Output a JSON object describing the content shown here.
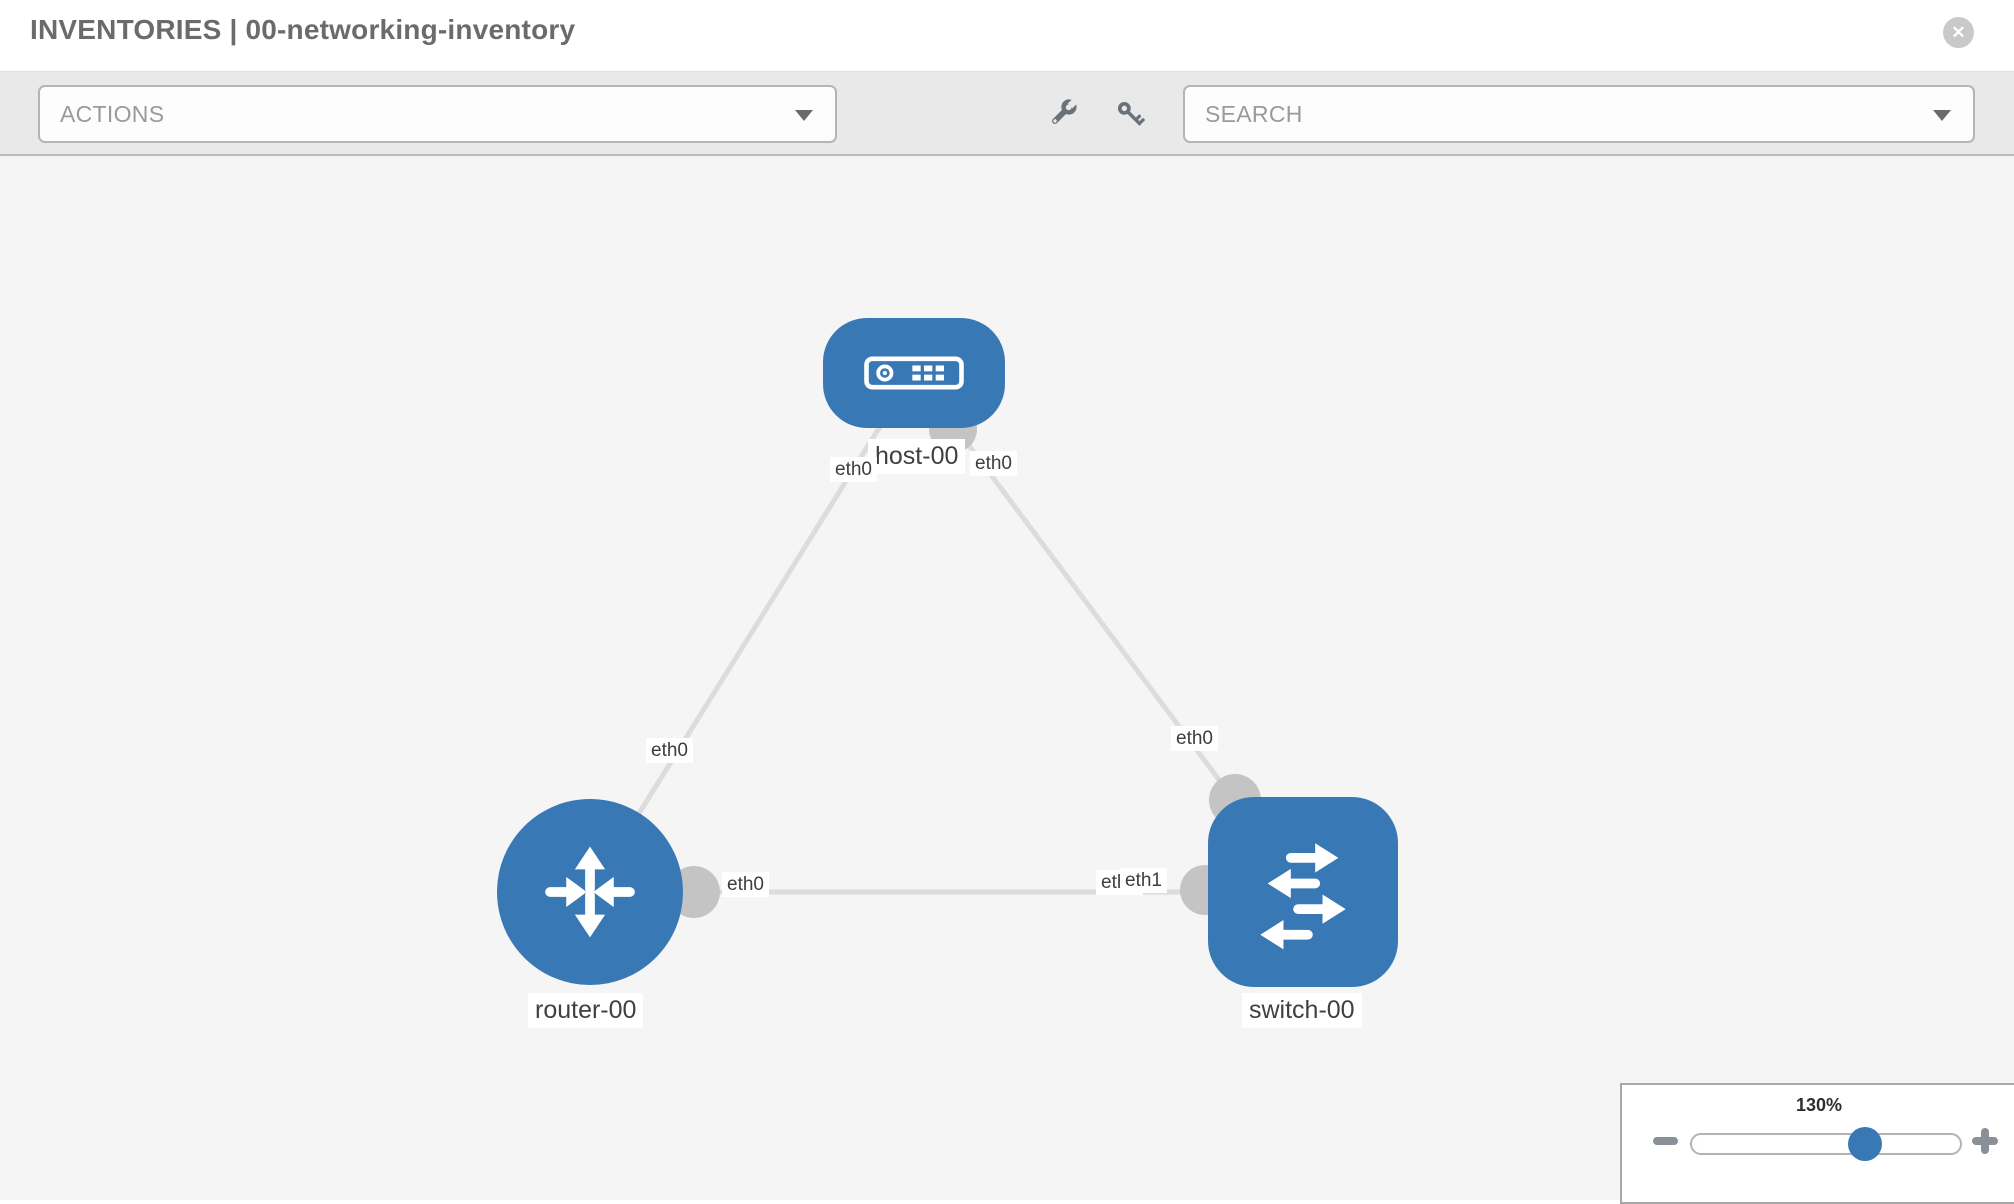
{
  "header": {
    "title": "INVENTORIES | 00-networking-inventory"
  },
  "toolbar": {
    "actions_label": "ACTIONS",
    "search_placeholder": "SEARCH"
  },
  "icons": {
    "close": "close-icon (white x in gray circle)",
    "wrench": "wrench-icon",
    "key": "key-icon",
    "actions_caret": "chevron-down-icon",
    "search_caret": "chevron-down-icon",
    "zoom_minus": "minus-icon",
    "zoom_plus": "plus-icon"
  },
  "topology": {
    "nodes": [
      {
        "id": "host-00",
        "label": "host-00",
        "type": "host"
      },
      {
        "id": "router-00",
        "label": "router-00",
        "type": "router"
      },
      {
        "id": "switch-00",
        "label": "switch-00",
        "type": "switch"
      }
    ],
    "links": [
      {
        "source": "host-00",
        "target": "router-00",
        "source_iface": "eth0",
        "target_iface": "eth0"
      },
      {
        "source": "host-00",
        "target": "switch-00",
        "source_iface": "eth0",
        "target_iface": "eth0"
      },
      {
        "source": "router-00",
        "target": "switch-00",
        "source_iface": "eth0",
        "target_iface": "eth1",
        "overlap_iface": "eth0"
      }
    ]
  },
  "zoom_control": {
    "level": "130%"
  },
  "colors": {
    "node_blue": "#3878b5",
    "connector_gray": "#c4c4c4",
    "edge_gray": "#dcdcdc",
    "canvas_bg": "#f5f5f5",
    "toolbar_bg": "#e9e9e9"
  }
}
